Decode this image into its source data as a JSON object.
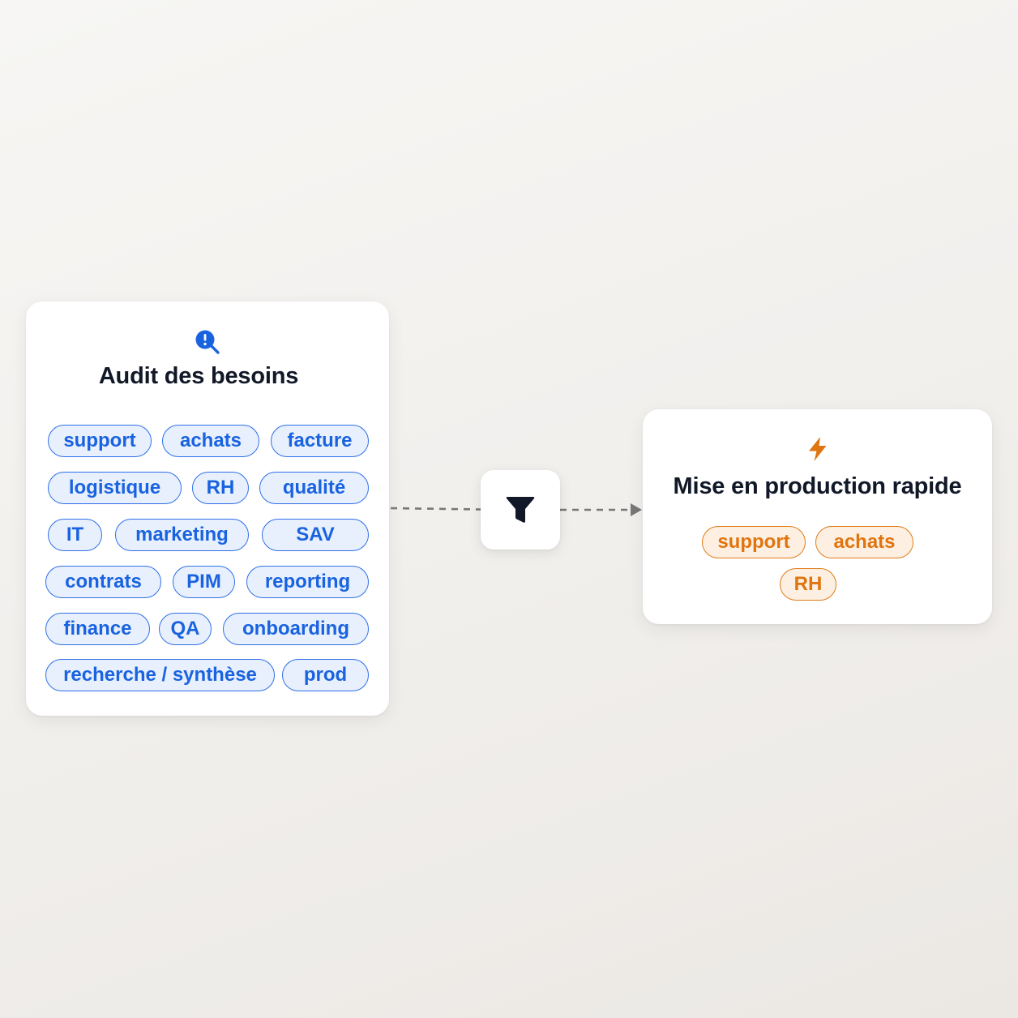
{
  "audit": {
    "title": "Audit des besoins",
    "icon": "search-alert-icon",
    "tags": [
      "support",
      "achats",
      "facture",
      "logistique",
      "RH",
      "qualité",
      "IT",
      "marketing",
      "SAV",
      "contrats",
      "PIM",
      "reporting",
      "finance",
      "QA",
      "onboarding",
      "recherche / synthèse",
      "prod"
    ]
  },
  "filter": {
    "icon": "funnel-icon"
  },
  "production": {
    "title": "Mise en production rapide",
    "icon": "lightning-bolt-icon",
    "tags": [
      "support",
      "achats",
      "RH"
    ]
  },
  "colors": {
    "blue_accent": "#1a63e0",
    "orange_accent": "#e0740f",
    "title_text": "#111827",
    "connector": "#777777"
  }
}
